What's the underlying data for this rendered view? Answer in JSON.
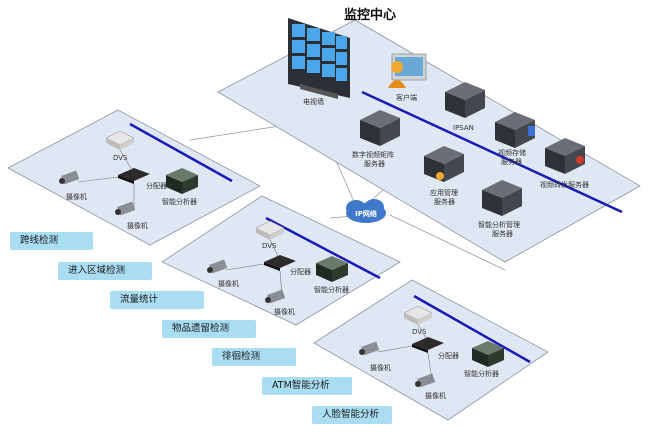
{
  "title": "监控中心",
  "center": {
    "video_wall": "电视墙",
    "client": "客户端",
    "ipsan": "IPSAN",
    "data_server_l1": "数字视频矩阵",
    "data_server_l2": "服务器",
    "storage_l1": "视频存储",
    "storage_l2": "服务器",
    "forward": "视频转发服务器",
    "app_mgmt_l1": "应用管理",
    "app_mgmt_l2": "服务器",
    "ia_mgmt_l1": "智能分析管理",
    "ia_mgmt_l2": "服务器"
  },
  "network": "IP网络",
  "sites": [
    {
      "dvs": "DVS",
      "splitter": "分配器",
      "camera1": "摄像机",
      "camera2": "摄像机",
      "analyzer": "智能分析器"
    },
    {
      "dvs": "DVS",
      "splitter": "分配器",
      "camera1": "摄像机",
      "camera2": "摄像机",
      "analyzer": "智能分析器"
    },
    {
      "dvs": "DVS",
      "splitter": "分配器",
      "camera1": "摄像机",
      "camera2": "摄像机",
      "analyzer": "智能分析器"
    }
  ],
  "features": [
    "跨线检测",
    "进入区域检测",
    "流量统计",
    "物品遗留检测",
    "徘徊检测",
    "ATM智能分析",
    "人脸智能分析"
  ],
  "colors": {
    "panel": "#dfe7f2",
    "bus": "#1a1ab8",
    "feature_bg": "#a9ddf2"
  }
}
